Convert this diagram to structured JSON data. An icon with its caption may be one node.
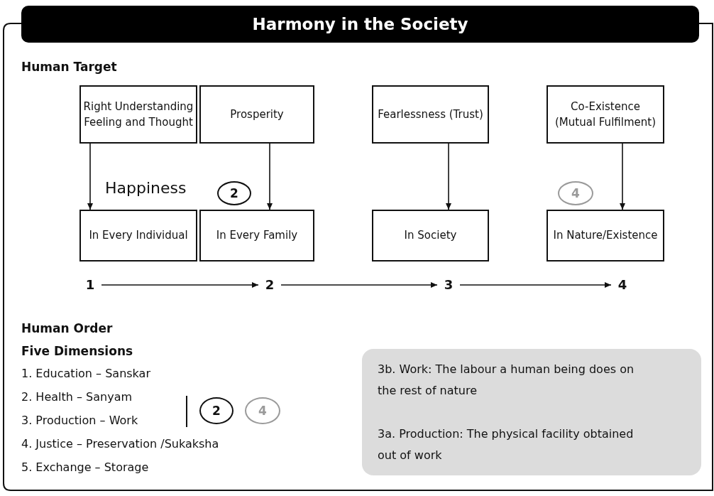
{
  "diagram": {
    "title": "Harmony in the Society",
    "nodes": [
      {
        "text": [
          "Right Understanding Feeling and Thought"
        ]
      },
      {
        "text": [
          "Prosperity"
        ]
      },
      {
        "text": [
          "Fearlessness (Trust)"
        ]
      },
      {
        "text": [
          "Co-Existence (Mutual Fulfilment)"
        ]
      },
      {
        "text": [
          "In Every Individual"
        ]
      },
      {
        "text": [
          "In Every Family"
        ]
      },
      {
        "text": [
          "In Society"
        ]
      },
      {
        "text": [
          "In Nature/Existence"
        ]
      },
      {
        "text": [
          "1"
        ]
      },
      {
        "text": [
          "2"
        ]
      },
      {
        "text": [
          "3"
        ]
      },
      {
        "text": [
          "4"
        ]
      },
      {
        "text": [
          "3b. Work: The labour a human being does on the rest of nature",
          "3a. Production: The physical facility obtained out of work"
        ]
      },
      {
        "text": [
          "2"
        ]
      },
      {
        "text": [
          "4"
        ]
      },
      {
        "text": [
          "2"
        ]
      },
      {
        "text": [
          "4"
        ]
      }
    ],
    "edges": [
      {
        "from": 0,
        "to": 4,
        "arrow": "to"
      },
      {
        "from": 1,
        "to": 5,
        "arrow": "to"
      },
      {
        "from": 2,
        "to": 6,
        "arrow": "to"
      },
      {
        "from": 3,
        "to": 7,
        "arrow": "to"
      },
      {
        "from": 8,
        "to": 9,
        "arrow": "to"
      },
      {
        "from": 9,
        "to": 10,
        "arrow": "to"
      },
      {
        "from": 10,
        "to": 11,
        "arrow": "to"
      }
    ],
    "labels": [
      "Human Target",
      "Happiness",
      "Human Order",
      "Five Dimensions",
      "1. Education – Sanskar",
      "2. Health – Sanyam",
      "3. Production – Work",
      "4. Justice – Preservation /Sukaksha",
      "5. Exchange – Storage"
    ]
  }
}
